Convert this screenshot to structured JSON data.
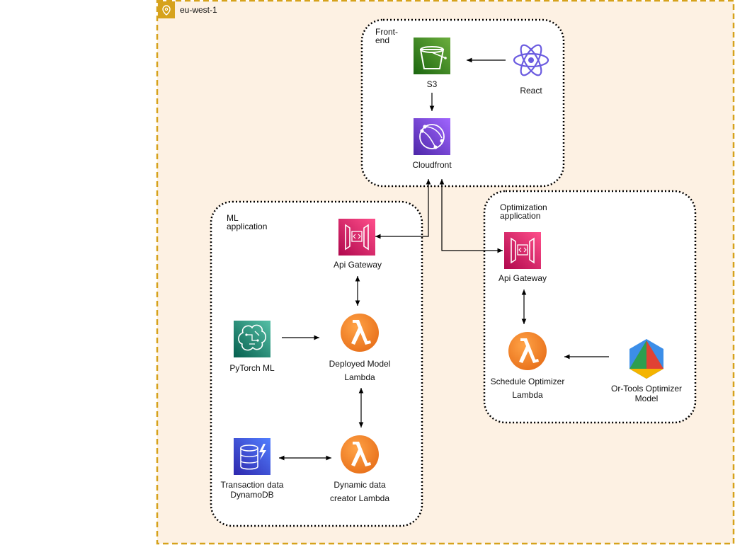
{
  "region": {
    "label": "eu-west-1",
    "icon": "map-pin-icon",
    "border_color": "#d6a21c",
    "fill_color": "#fdf1e3"
  },
  "groups": {
    "frontend": {
      "label_line1": "Front-",
      "label_line2": "end"
    },
    "ml": {
      "label_line1": "ML",
      "label_line2": "application"
    },
    "optimization": {
      "label_line1": "Optimization",
      "label_line2": "application"
    }
  },
  "nodes": {
    "s3": {
      "label": "S3",
      "icon": "s3-bucket-icon",
      "color": "#3b8d2e"
    },
    "react": {
      "label": "React",
      "icon": "react-atom-icon",
      "color": "#6b5be0"
    },
    "cloudfront": {
      "label": "Cloudfront",
      "icon": "cloudfront-icon",
      "color": "#7b4fe0"
    },
    "api_gateway_ml": {
      "label": "Api Gateway",
      "icon": "api-gateway-icon",
      "color": "#e0245e"
    },
    "pytorch": {
      "label": "PyTorch ML",
      "icon": "sagemaker-brain-icon",
      "color": "#15917a"
    },
    "deployed_lambda": {
      "label_line1": "Deployed Model",
      "label_line2": "Lambda",
      "icon": "lambda-icon",
      "color": "#f28b25"
    },
    "dynamodb": {
      "label_line1": "Transaction data",
      "label_line2": "DynamoDB",
      "icon": "dynamodb-icon",
      "color": "#3b48cc"
    },
    "dynamic_lambda": {
      "label_line1": "Dynamic data",
      "label_line2": "creator Lambda",
      "icon": "lambda-icon",
      "color": "#f28b25"
    },
    "api_gateway_opt": {
      "label": "Api Gateway",
      "icon": "api-gateway-icon",
      "color": "#e0245e"
    },
    "schedule_lambda": {
      "label_line1": "Schedule Optimizer",
      "label_line2": "Lambda",
      "icon": "lambda-icon",
      "color": "#f28b25"
    },
    "ortools": {
      "label_line1": "Or-Tools Optimizer",
      "label_line2": "Model",
      "icon": "or-tools-hexagon-icon",
      "color": "#3c8ee8"
    }
  }
}
